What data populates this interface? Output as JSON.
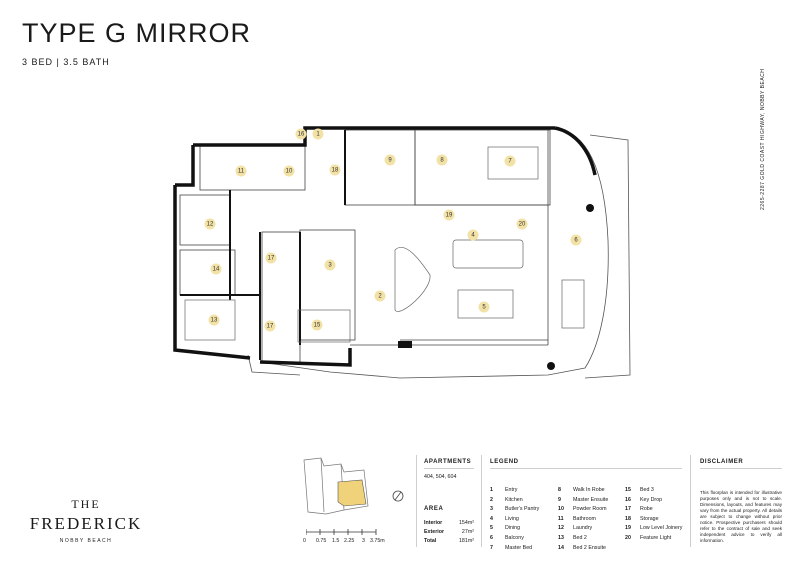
{
  "header": {
    "title": "TYPE G MIRROR",
    "subtitle": "3 BED  |  3.5 BATH",
    "address_vertical": "2265-2287 GOLD COAST HIGHWAY, NOBBY BEACH"
  },
  "plan": {
    "room_labels": [
      "16",
      "1",
      "18",
      "9",
      "8",
      "7",
      "11",
      "10",
      "12",
      "19",
      "20",
      "4",
      "6",
      "14",
      "17",
      "3",
      "2",
      "5",
      "13",
      "15",
      "17"
    ]
  },
  "brand": {
    "the": "THE",
    "name": "FREDERICK",
    "location": "NOBBY BEACH"
  },
  "keyplan": {
    "scale_ticks": [
      "0",
      "0.75",
      "1.5",
      "2.25",
      "3",
      "3.75m"
    ]
  },
  "apartments": {
    "heading": "APARTMENTS",
    "numbers": "404, 504, 604",
    "area_heading": "AREA",
    "rows": [
      {
        "label": "Interior",
        "value": "154m²"
      },
      {
        "label": "Exterior",
        "value": "27m²"
      },
      {
        "label": "Total",
        "value": "181m²"
      }
    ]
  },
  "legend": {
    "heading": "LEGEND",
    "columns": [
      [
        {
          "n": "1",
          "t": "Entry"
        },
        {
          "n": "2",
          "t": "Kitchen"
        },
        {
          "n": "3",
          "t": "Butler's Pantry"
        },
        {
          "n": "4",
          "t": "Living"
        },
        {
          "n": "5",
          "t": "Dining"
        },
        {
          "n": "6",
          "t": "Balcony"
        },
        {
          "n": "7",
          "t": "Master Bed"
        }
      ],
      [
        {
          "n": "8",
          "t": "Walk In Robe"
        },
        {
          "n": "9",
          "t": "Master Ensuite"
        },
        {
          "n": "10",
          "t": "Powder Room"
        },
        {
          "n": "11",
          "t": "Bathroom"
        },
        {
          "n": "12",
          "t": "Laundry"
        },
        {
          "n": "13",
          "t": "Bed 2"
        },
        {
          "n": "14",
          "t": "Bed 2 Ensuite"
        }
      ],
      [
        {
          "n": "15",
          "t": "Bed 3"
        },
        {
          "n": "16",
          "t": "Key Drop"
        },
        {
          "n": "17",
          "t": "Robe"
        },
        {
          "n": "18",
          "t": "Storage"
        },
        {
          "n": "19",
          "t": "Low Level Joinery"
        },
        {
          "n": "20",
          "t": "Feature Light"
        }
      ]
    ]
  },
  "disclaimer": {
    "heading": "DISCLAIMER",
    "text": "This floorplan is intended for illustrative purposes only and is not to scale. Dimensions, layouts, and features may vary from the actual property. All details are subject to change without prior notice. Prospective purchasers should refer to the contract of sale and seek independent advice to verify all information."
  },
  "colors": {
    "marker": "#f3e2a6",
    "keyplan_highlight": "#f0d27a",
    "wall": "#111111"
  }
}
